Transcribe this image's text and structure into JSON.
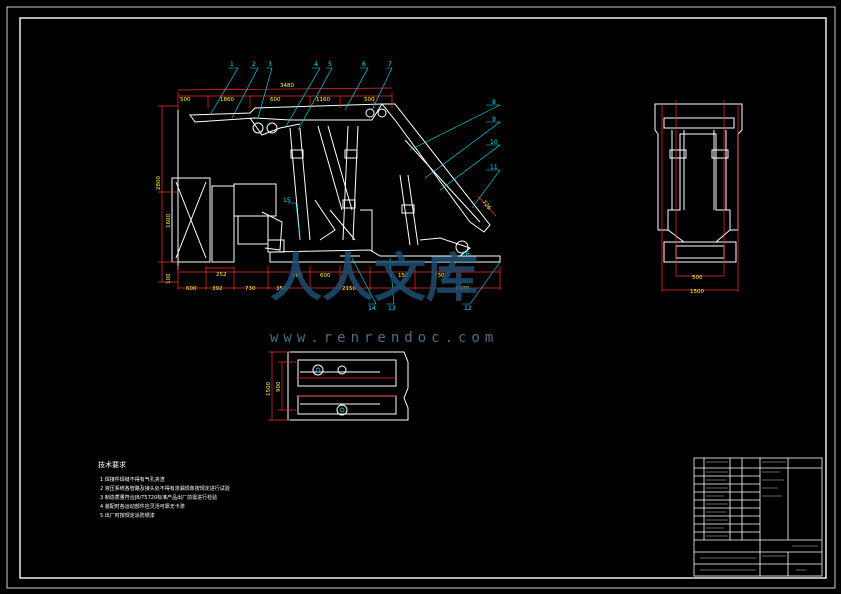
{
  "drawing": {
    "part_labels": [
      "1",
      "2",
      "3",
      "4",
      "5",
      "6",
      "7",
      "8",
      "9",
      "10",
      "11",
      "12",
      "13",
      "14",
      "15",
      "16"
    ],
    "top_dims": [
      "500",
      "1860",
      "3480",
      "600",
      "1160",
      "500"
    ],
    "left_dims": [
      "2800",
      "1600",
      "100"
    ],
    "bottom_dims": [
      "600",
      "392",
      "730",
      "350",
      "500",
      "600",
      "2150",
      "150",
      "730",
      "1900"
    ],
    "small_dims": [
      "252",
      "726"
    ],
    "side_dims": [
      "500",
      "1500"
    ],
    "plan_dims": [
      "1500",
      "900"
    ],
    "notes_title": "技术要求",
    "notes": [
      "1 焊接件焊缝不得有气孔夹渣",
      "2 液压系统各管路及接头处不得有渗漏现象按规定进行试验",
      "3 制造质量符合JB/T5720标准产品出厂前需进行检验",
      "4 装配时各运动部件应灵活可靠无卡滞",
      "5 出厂时按规定涂防锈漆"
    ]
  },
  "watermark": {
    "logo_text": "人人文库",
    "site": "www.renrendoc.com"
  },
  "colors": {
    "background": "#000000",
    "frame": "#ffffff",
    "leader": "#00e5ff",
    "dimension": "#ff2a2a",
    "dim_text": "#ffff33",
    "label": "#00e5ff",
    "watermark": "#1f4f73"
  }
}
